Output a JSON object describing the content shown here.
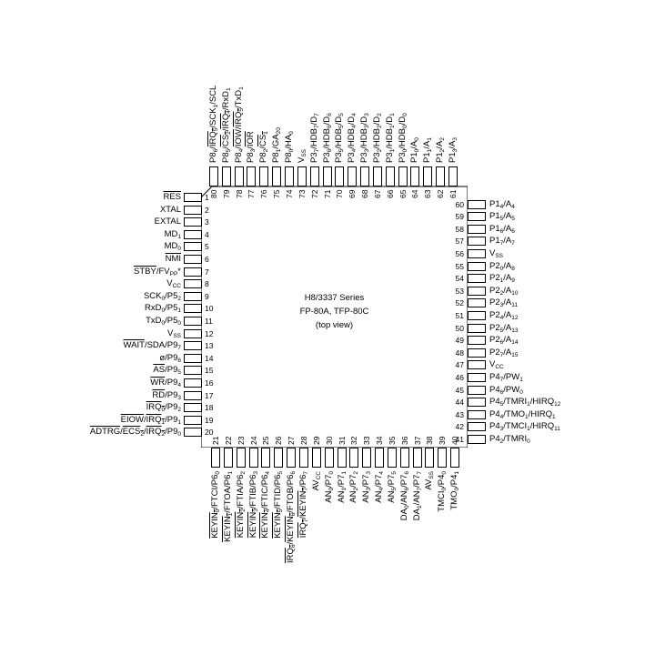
{
  "chip": {
    "title": "H8/3337 Series",
    "packages": "FP-80A, TFP-80C",
    "view": "(top view)"
  },
  "pins": {
    "left": [
      {
        "n": 1,
        "label": "[RES]"
      },
      {
        "n": 2,
        "label": "XTAL"
      },
      {
        "n": 3,
        "label": "EXTAL"
      },
      {
        "n": 4,
        "label": "MD_1"
      },
      {
        "n": 5,
        "label": "MD_0"
      },
      {
        "n": 6,
        "label": "[NMI]"
      },
      {
        "n": 7,
        "label": "[STBY]/FV_PP*"
      },
      {
        "n": 8,
        "label": "V_CC"
      },
      {
        "n": 9,
        "label": "SCK_0/P5_2"
      },
      {
        "n": 10,
        "label": "RxD_0/P5_1"
      },
      {
        "n": 11,
        "label": "TxD_0/P5_0"
      },
      {
        "n": 12,
        "label": "V_SS"
      },
      {
        "n": 13,
        "label": "[WAIT]/SDA/P9_7"
      },
      {
        "n": 14,
        "label": "ø/P9_6"
      },
      {
        "n": 15,
        "label": "[AS]/P9_5"
      },
      {
        "n": 16,
        "label": "[WR]/P9_4"
      },
      {
        "n": 17,
        "label": "[RD]/P9_3"
      },
      {
        "n": 18,
        "label": "[IRQ_0]/P9_2"
      },
      {
        "n": 19,
        "label": "[EIOW]/[IRQ_1]/P9_1"
      },
      {
        "n": 20,
        "label": "[ADTRG]/[ECS_2]/[IRQ_2]/P9_0"
      }
    ],
    "bottom": [
      {
        "n": 21,
        "label": "[KEYIN_0]/FTCI/P6_0"
      },
      {
        "n": 22,
        "label": "[KEYIN_1]/FTOA/P6_1"
      },
      {
        "n": 23,
        "label": "[KEYIN_2]/FTIA/P6_2"
      },
      {
        "n": 24,
        "label": "[KEYIN_3]/FTIB/P6_3"
      },
      {
        "n": 25,
        "label": "[KEYIN_4]/FTIC/P6_4"
      },
      {
        "n": 26,
        "label": "[KEYIN_5]/FTID/P6_5"
      },
      {
        "n": 27,
        "label": "[IRQ_6]/[KEYIN_6]/FTOB/P6_6"
      },
      {
        "n": 28,
        "label": "[IRQ_7]/[KEYIN_7]/P6_7"
      },
      {
        "n": 29,
        "label": "AV_CC"
      },
      {
        "n": 30,
        "label": "AN_0/P7_0"
      },
      {
        "n": 31,
        "label": "AN_1/P7_1"
      },
      {
        "n": 32,
        "label": "AN_2/P7_2"
      },
      {
        "n": 33,
        "label": "AN_3/P7_3"
      },
      {
        "n": 34,
        "label": "AN_4/P7_4"
      },
      {
        "n": 35,
        "label": "AN_5/P7_5"
      },
      {
        "n": 36,
        "label": "DA_0/AN_6/P7_6"
      },
      {
        "n": 37,
        "label": "DA_1/AN_7/P7_7"
      },
      {
        "n": 38,
        "label": "AV_SS"
      },
      {
        "n": 39,
        "label": "TMCI_0/P4_0"
      },
      {
        "n": 40,
        "label": "TMO_0/P4_1"
      }
    ],
    "right": [
      {
        "n": 41,
        "label": "P4_2/TMRI_0"
      },
      {
        "n": 42,
        "label": "P4_3/TMCI_1/HIRQ_11"
      },
      {
        "n": 43,
        "label": "P4_4/TMO_1/HIRQ_1"
      },
      {
        "n": 44,
        "label": "P4_5/TMRI_1/HIRQ_12"
      },
      {
        "n": 45,
        "label": "P4_6/PW_0"
      },
      {
        "n": 46,
        "label": "P4_7/PW_1"
      },
      {
        "n": 47,
        "label": "V_CC"
      },
      {
        "n": 48,
        "label": "P2_7/A_15"
      },
      {
        "n": 49,
        "label": "P2_6/A_14"
      },
      {
        "n": 50,
        "label": "P2_5/A_13"
      },
      {
        "n": 51,
        "label": "P2_4/A_12"
      },
      {
        "n": 52,
        "label": "P2_3/A_11"
      },
      {
        "n": 53,
        "label": "P2_2/A_10"
      },
      {
        "n": 54,
        "label": "P2_1/A_9"
      },
      {
        "n": 55,
        "label": "P2_0/A_8"
      },
      {
        "n": 56,
        "label": "V_SS"
      },
      {
        "n": 57,
        "label": "P1_7/A_7"
      },
      {
        "n": 58,
        "label": "P1_6/A_6"
      },
      {
        "n": 59,
        "label": "P1_5/A_5"
      },
      {
        "n": 60,
        "label": "P1_4/A_4"
      }
    ],
    "top": [
      {
        "n": 61,
        "label": "P1_3/A_3"
      },
      {
        "n": 62,
        "label": "P1_2/A_2"
      },
      {
        "n": 63,
        "label": "P1_1/A_1"
      },
      {
        "n": 64,
        "label": "P1_0/A_0"
      },
      {
        "n": 65,
        "label": "P3_0/HDB_0/D_0"
      },
      {
        "n": 66,
        "label": "P3_1/HDB_1/D_1"
      },
      {
        "n": 67,
        "label": "P3_2/HDB_2/D_2"
      },
      {
        "n": 68,
        "label": "P3_3/HDB_3/D_3"
      },
      {
        "n": 69,
        "label": "P3_4/HDB_4/D_4"
      },
      {
        "n": 70,
        "label": "P3_5/HDB_5/D_5"
      },
      {
        "n": 71,
        "label": "P3_6/HDB_6/D_6"
      },
      {
        "n": 72,
        "label": "P3_7/HDB_7/D_7"
      },
      {
        "n": 73,
        "label": "V_SS"
      },
      {
        "n": 74,
        "label": "P8_0/HA_0"
      },
      {
        "n": 75,
        "label": "P8_1/GA_20"
      },
      {
        "n": 76,
        "label": "P8_2/[CS_1]"
      },
      {
        "n": 77,
        "label": "P8_3/[IOR]"
      },
      {
        "n": 78,
        "label": "P8_4/[IOW]/[IRQ_5]/TxD_1"
      },
      {
        "n": 79,
        "label": "P8_5/[CS_2]/[IRQ_4]/RxD_1"
      },
      {
        "n": 80,
        "label": "P8_6/[IRQ_5]/SCK_1/SCL"
      }
    ]
  }
}
